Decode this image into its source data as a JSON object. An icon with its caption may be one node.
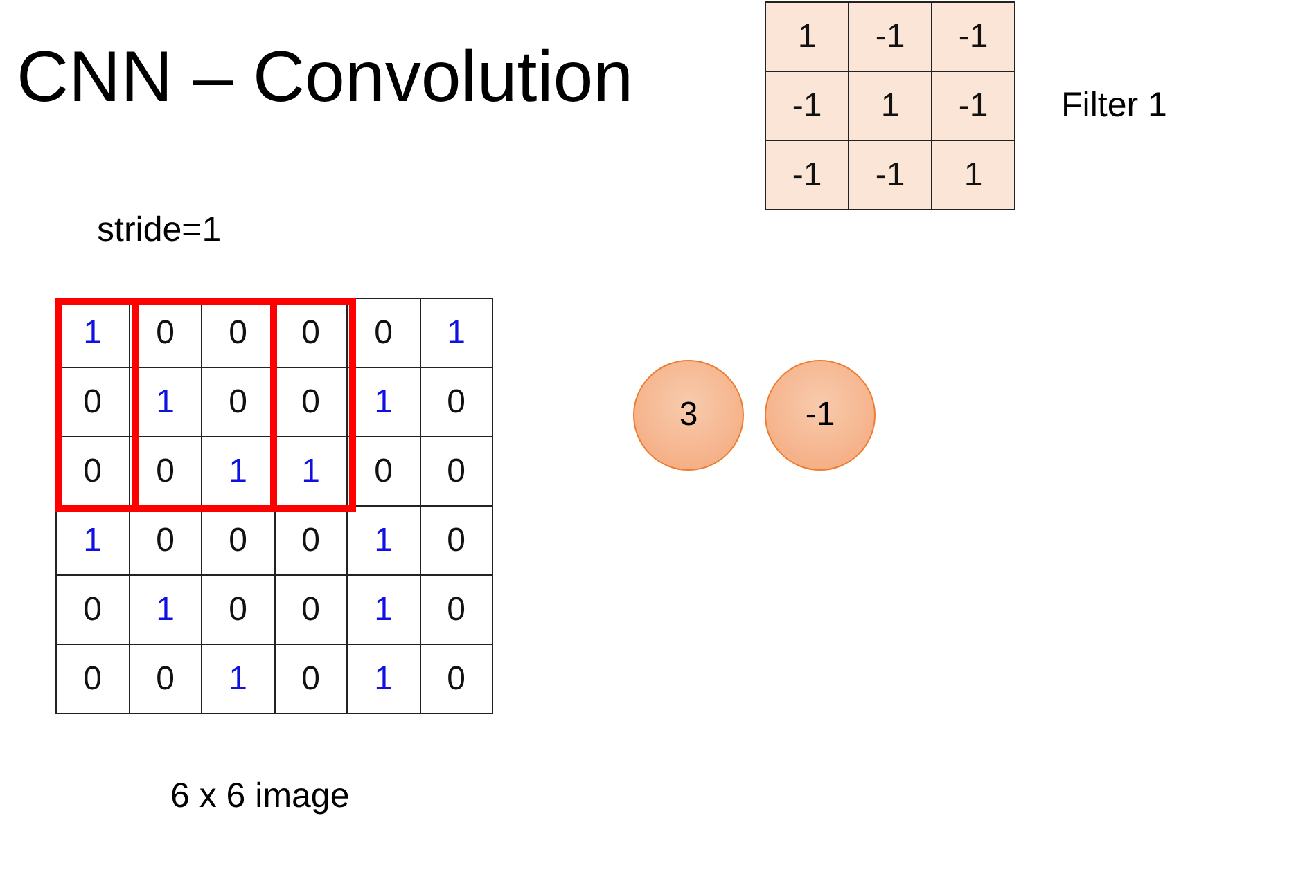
{
  "diagram": {
    "title": "CNN – Convolution",
    "nodes": [
      {
        "text": [
          "3"
        ]
      },
      {
        "text": [
          "-1"
        ]
      }
    ],
    "labels": [
      "1",
      "-1",
      "-1",
      "-1",
      "1",
      "-1",
      "-1",
      "-1",
      "1",
      "Filter 1",
      "stride=1",
      "1",
      "0",
      "0",
      "0",
      "0",
      "1",
      "0",
      "1",
      "0",
      "0",
      "1",
      "0",
      "0",
      "0",
      "1",
      "1",
      "0",
      "0",
      "1",
      "0",
      "0",
      "0",
      "1",
      "0",
      "0",
      "1",
      "0",
      "0",
      "1",
      "0",
      "0",
      "0",
      "1",
      "0",
      "1",
      "0",
      "6 x 6 image"
    ]
  }
}
